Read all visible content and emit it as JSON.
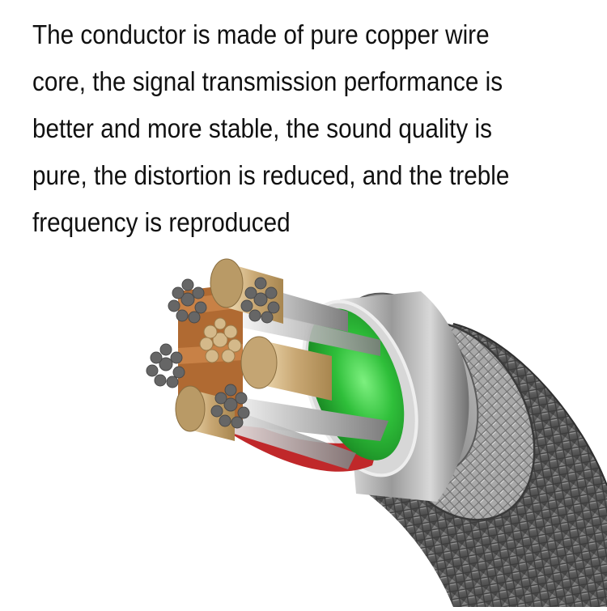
{
  "caption": {
    "lines": [
      "The conductor is made of pure copper wire",
      "core, the signal transmission performance is",
      "better and more stable, the sound quality is",
      "pure, the distortion is reduced, and the treble",
      "frequency is reproduced"
    ]
  },
  "illustration": {
    "subject": "cable-cross-section",
    "colors": {
      "copper_conductor": "#c9a874",
      "copper_core": "#c98a4a",
      "silver_strand": "#6a6a6a",
      "green_insulation": "#2fbf3a",
      "red_insulation": "#c0282a",
      "metal_ferrule": "#a8a8a8",
      "braided_sleeve": "#5c5c5c"
    }
  }
}
